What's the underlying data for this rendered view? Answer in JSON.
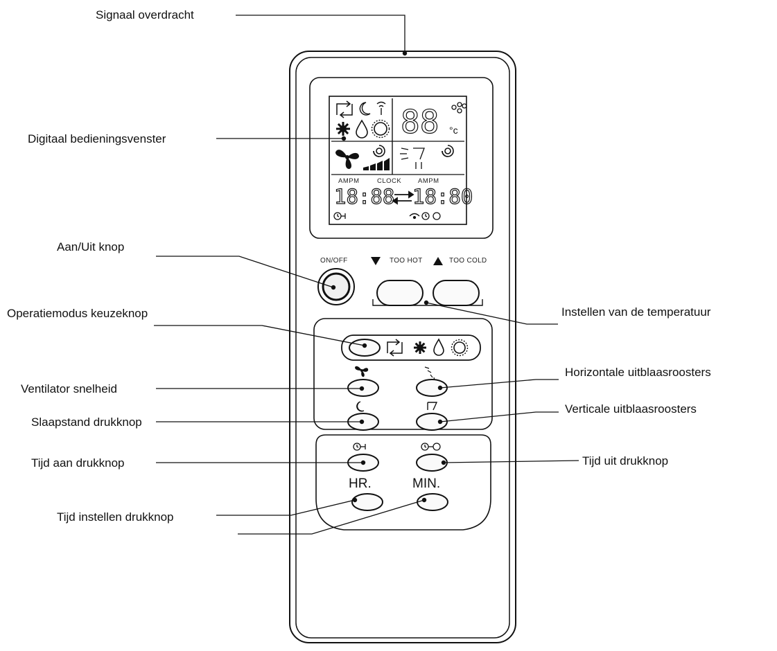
{
  "callouts": {
    "signal": "Signaal overdracht",
    "display": "Digitaal bedieningsvenster",
    "onoff": "Aan/Uit knop",
    "mode": "Operatiemodus keuzeknop",
    "temperature": "Instellen van de temperatuur",
    "fan": "Ventilator snelheid",
    "horizontal": "Horizontale uitblaasroosters",
    "sleep": "Slaapstand drukknop",
    "vertical": "Verticale uitblaasroosters",
    "timer_on": "Tijd aan drukknop",
    "timer_off": "Tijd uit drukknop",
    "time_set": "Tijd instellen drukknop"
  },
  "remote": {
    "onoff_label": "ON/OFF",
    "too_hot_label": "TOO HOT",
    "too_cold_label": "TOO COLD",
    "hr_label": "HR.",
    "min_label": "MIN."
  },
  "lcd": {
    "temp_digits": "88",
    "temp_unit": "°c",
    "clock_header_left": "AMPM",
    "clock_header_mid": "CLOCK",
    "clock_header_right": "AMPM",
    "clock_left": "18:88",
    "clock_right": "18:80"
  }
}
